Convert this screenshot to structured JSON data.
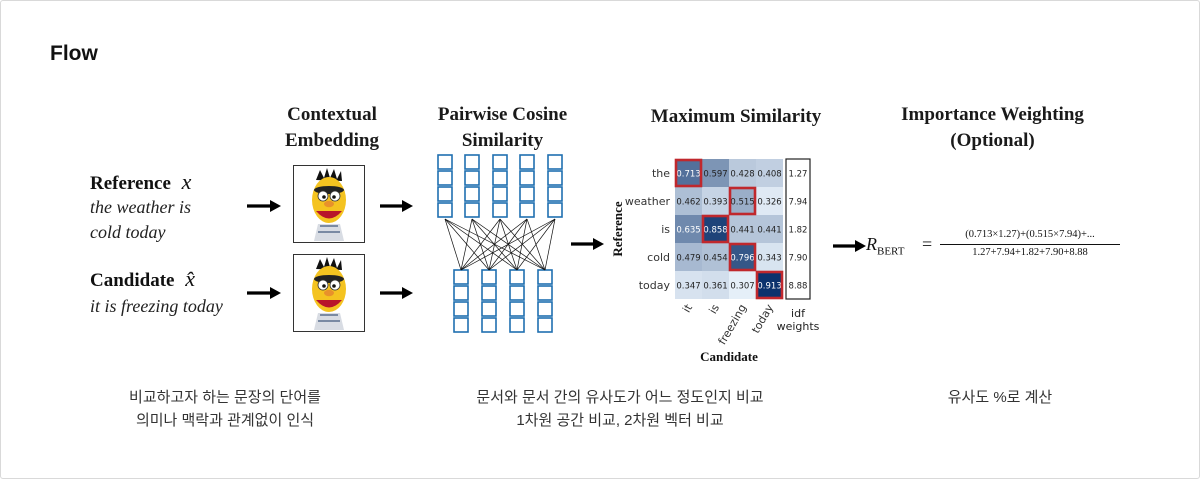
{
  "title": "Flow",
  "stages": {
    "contextual": [
      "Contextual",
      "Embedding"
    ],
    "pairwise": [
      "Pairwise Cosine",
      "Similarity"
    ],
    "maximum": [
      "Maximum Similarity"
    ],
    "importance": [
      "Importance Weighting",
      "(Optional)"
    ]
  },
  "reference": {
    "label": "Reference",
    "symbol": "x",
    "text": [
      "the weather is",
      "cold today"
    ]
  },
  "candidate": {
    "label": "Candidate",
    "symbol": "x̂",
    "text": [
      "it is freezing today"
    ]
  },
  "matrix": {
    "rows": [
      "the",
      "weather",
      "is",
      "cold",
      "today"
    ],
    "cols": [
      "it",
      "is",
      "freezing",
      "today"
    ],
    "values": [
      [
        "0.713",
        "0.597",
        "0.428",
        "0.408"
      ],
      [
        "0.462",
        "0.393",
        "0.515",
        "0.326"
      ],
      [
        "0.635",
        "0.858",
        "0.441",
        "0.441"
      ],
      [
        "0.479",
        "0.454",
        "0.796",
        "0.343"
      ],
      [
        "0.347",
        "0.361",
        "0.307",
        "0.913"
      ]
    ],
    "highlighted": [
      [
        0,
        0
      ],
      [
        1,
        2
      ],
      [
        2,
        1
      ],
      [
        3,
        2
      ],
      [
        4,
        3
      ]
    ],
    "idf": [
      "1.27",
      "7.94",
      "1.82",
      "7.90",
      "8.88"
    ],
    "idf_label": [
      "idf",
      "weights"
    ],
    "ylabel": "Reference",
    "xlabel": "Candidate"
  },
  "formula": {
    "lhs": "R",
    "lhs_sub": "BERT",
    "eq": "=",
    "numerator": "(0.713×1.27)+(0.515×7.94)+...",
    "denominator": "1.27+7.94+1.82+7.90+8.88"
  },
  "captions": {
    "left": [
      "비교하고자 하는 문장의 단어를",
      "의미나 맥락과 관계없이 인식"
    ],
    "middle": [
      "문서와 문서 간의 유사도가 어느 정도인지 비교",
      "1차원 공간 비교, 2차원 벡터 비교"
    ],
    "right": [
      "유사도 %로 계산"
    ]
  },
  "colors": {
    "accent_red": "#c0282d",
    "vector_blue": "#1f6fb0",
    "heat_low": "#e8f1fa",
    "heat_high": "#08306b"
  },
  "icons": [
    "bert-puppet-icon",
    "arrow-right-icon",
    "vector-column-icon"
  ]
}
